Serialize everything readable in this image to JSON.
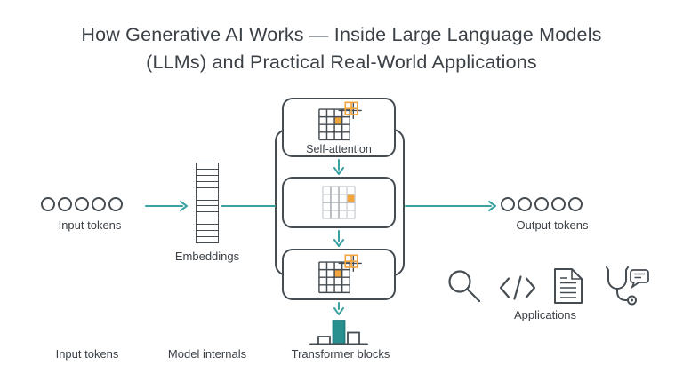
{
  "title": {
    "line1": "How Generative AI Works — Inside Large Language Models",
    "line2": "(LLMs) and Practical Real-World Applications"
  },
  "colors": {
    "teal": "#3ba1a1",
    "teal-dark": "#2a8f8f",
    "teal-darker": "#20807f",
    "orange": "#f2a43d",
    "ink": "#454c52",
    "text": "#3b4147",
    "grid-light": "#ccd1d5",
    "grid-mid": "#9ba2a8"
  },
  "input_tokens": {
    "label": "Input tokens",
    "count": 5
  },
  "embeddings": {
    "label": "Embeddings",
    "rows": 13
  },
  "transformer": {
    "self_attention_label": "Self-attention"
  },
  "output_tokens": {
    "label": "Output tokens",
    "count": 5
  },
  "applications": {
    "label": "Applications",
    "icons": [
      "search",
      "code",
      "document",
      "stethoscope"
    ]
  },
  "captions": {
    "input": "Input tokens",
    "model": "Model internals",
    "blocks": "Transformer blocks"
  }
}
